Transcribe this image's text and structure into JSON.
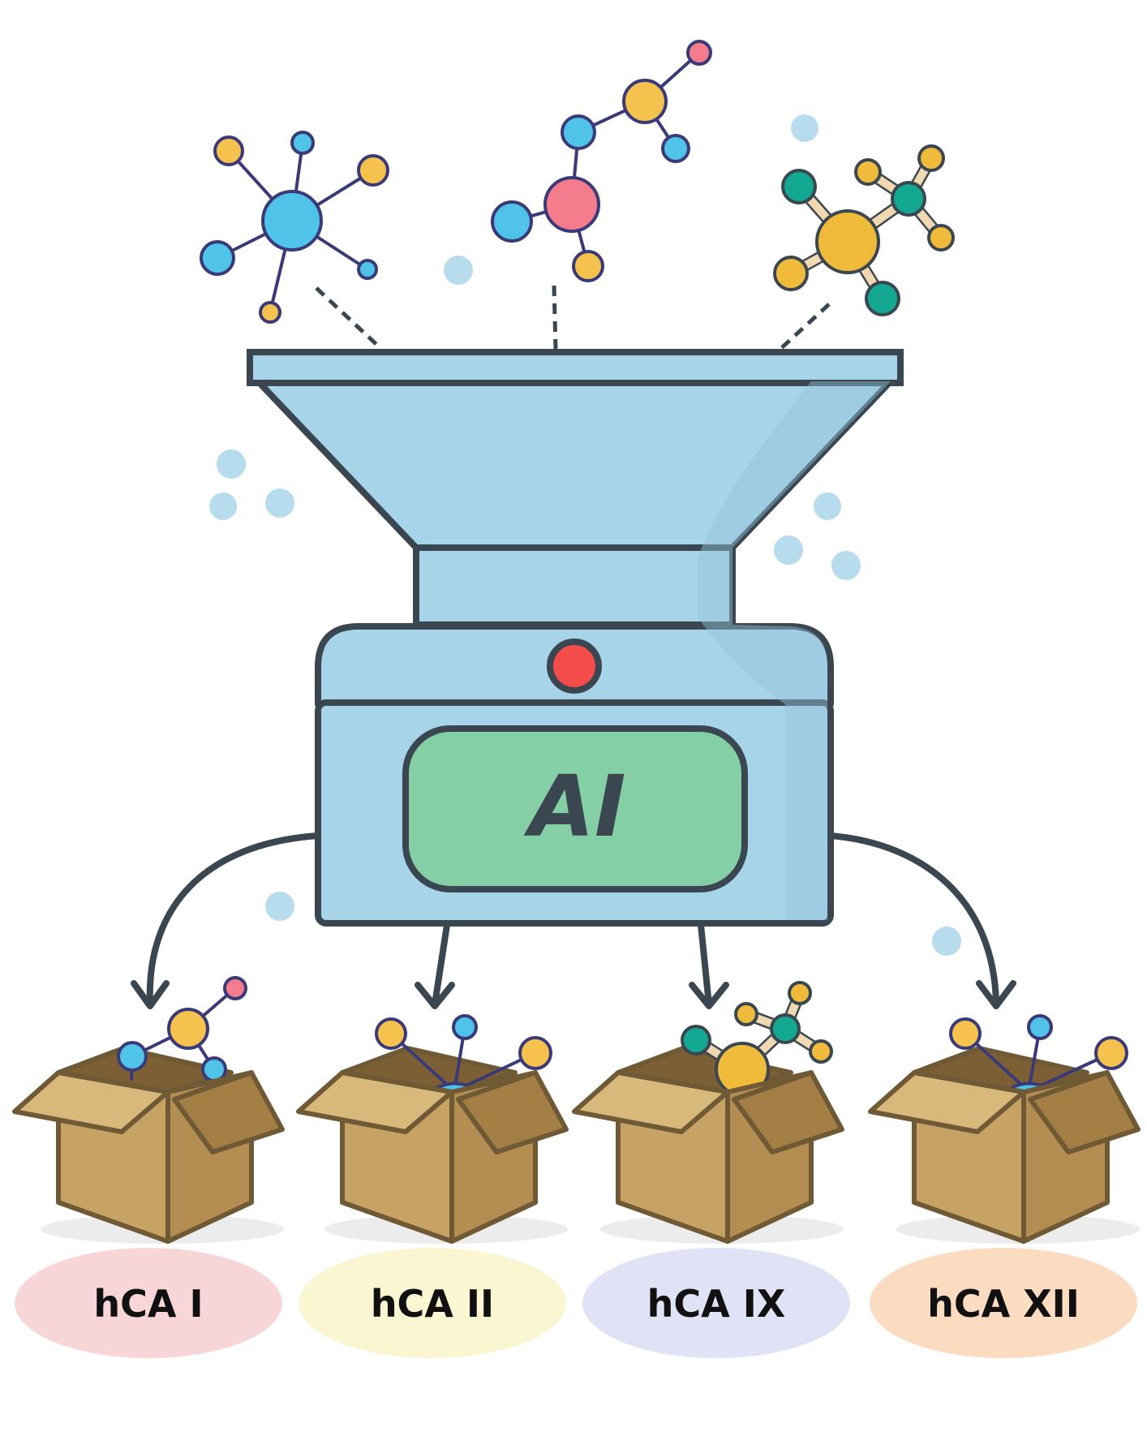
{
  "machine_label": "AI",
  "boxes": [
    {
      "label": "hCA I",
      "pill_color": "#f8d6d8"
    },
    {
      "label": "hCA II",
      "pill_color": "#fbf6d2"
    },
    {
      "label": "hCA IX",
      "pill_color": "#e0e2f5"
    },
    {
      "label": "hCA XII",
      "pill_color": "#fcdcc0"
    }
  ],
  "colors": {
    "funnel": "#a8d4ea",
    "screen": "#84cfa6",
    "button": "#f44b4b",
    "box": "#c6a265",
    "outline": "#3a4750",
    "atom_blue": "#4fc3e8",
    "atom_yellow": "#f6c24e",
    "atom_pink": "#f47c8c",
    "atom_teal": "#13a892",
    "atom_orange": "#f0bb3a",
    "dot": "#b7dcee"
  }
}
